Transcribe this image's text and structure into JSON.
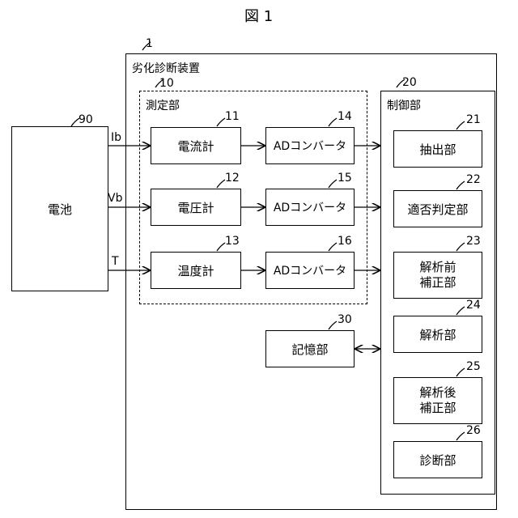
{
  "figure": {
    "title": "図 1"
  },
  "device": {
    "label": "劣化診断装置",
    "ref": "1"
  },
  "measure": {
    "label": "測定部",
    "ref": "10"
  },
  "control": {
    "label": "制御部",
    "ref": "20"
  },
  "battery": {
    "label": "電池",
    "ref": "90"
  },
  "signals": {
    "current": "Ib",
    "voltage": "Vb",
    "temp": "T"
  },
  "sensors": [
    {
      "label": "電流計",
      "ref": "11"
    },
    {
      "label": "電圧計",
      "ref": "12"
    },
    {
      "label": "温度計",
      "ref": "13"
    }
  ],
  "converters": [
    {
      "label": "ADコンバータ",
      "ref": "14"
    },
    {
      "label": "ADコンバータ",
      "ref": "15"
    },
    {
      "label": "ADコンバータ",
      "ref": "16"
    }
  ],
  "storage": {
    "label": "記憶部",
    "ref": "30"
  },
  "control_units": [
    {
      "label": "抽出部",
      "ref": "21"
    },
    {
      "label": "適否判定部",
      "ref": "22"
    },
    {
      "label": "解析前\n補正部",
      "ref": "23"
    },
    {
      "label": "解析部",
      "ref": "24"
    },
    {
      "label": "解析後\n補正部",
      "ref": "25"
    },
    {
      "label": "診断部",
      "ref": "26"
    }
  ]
}
